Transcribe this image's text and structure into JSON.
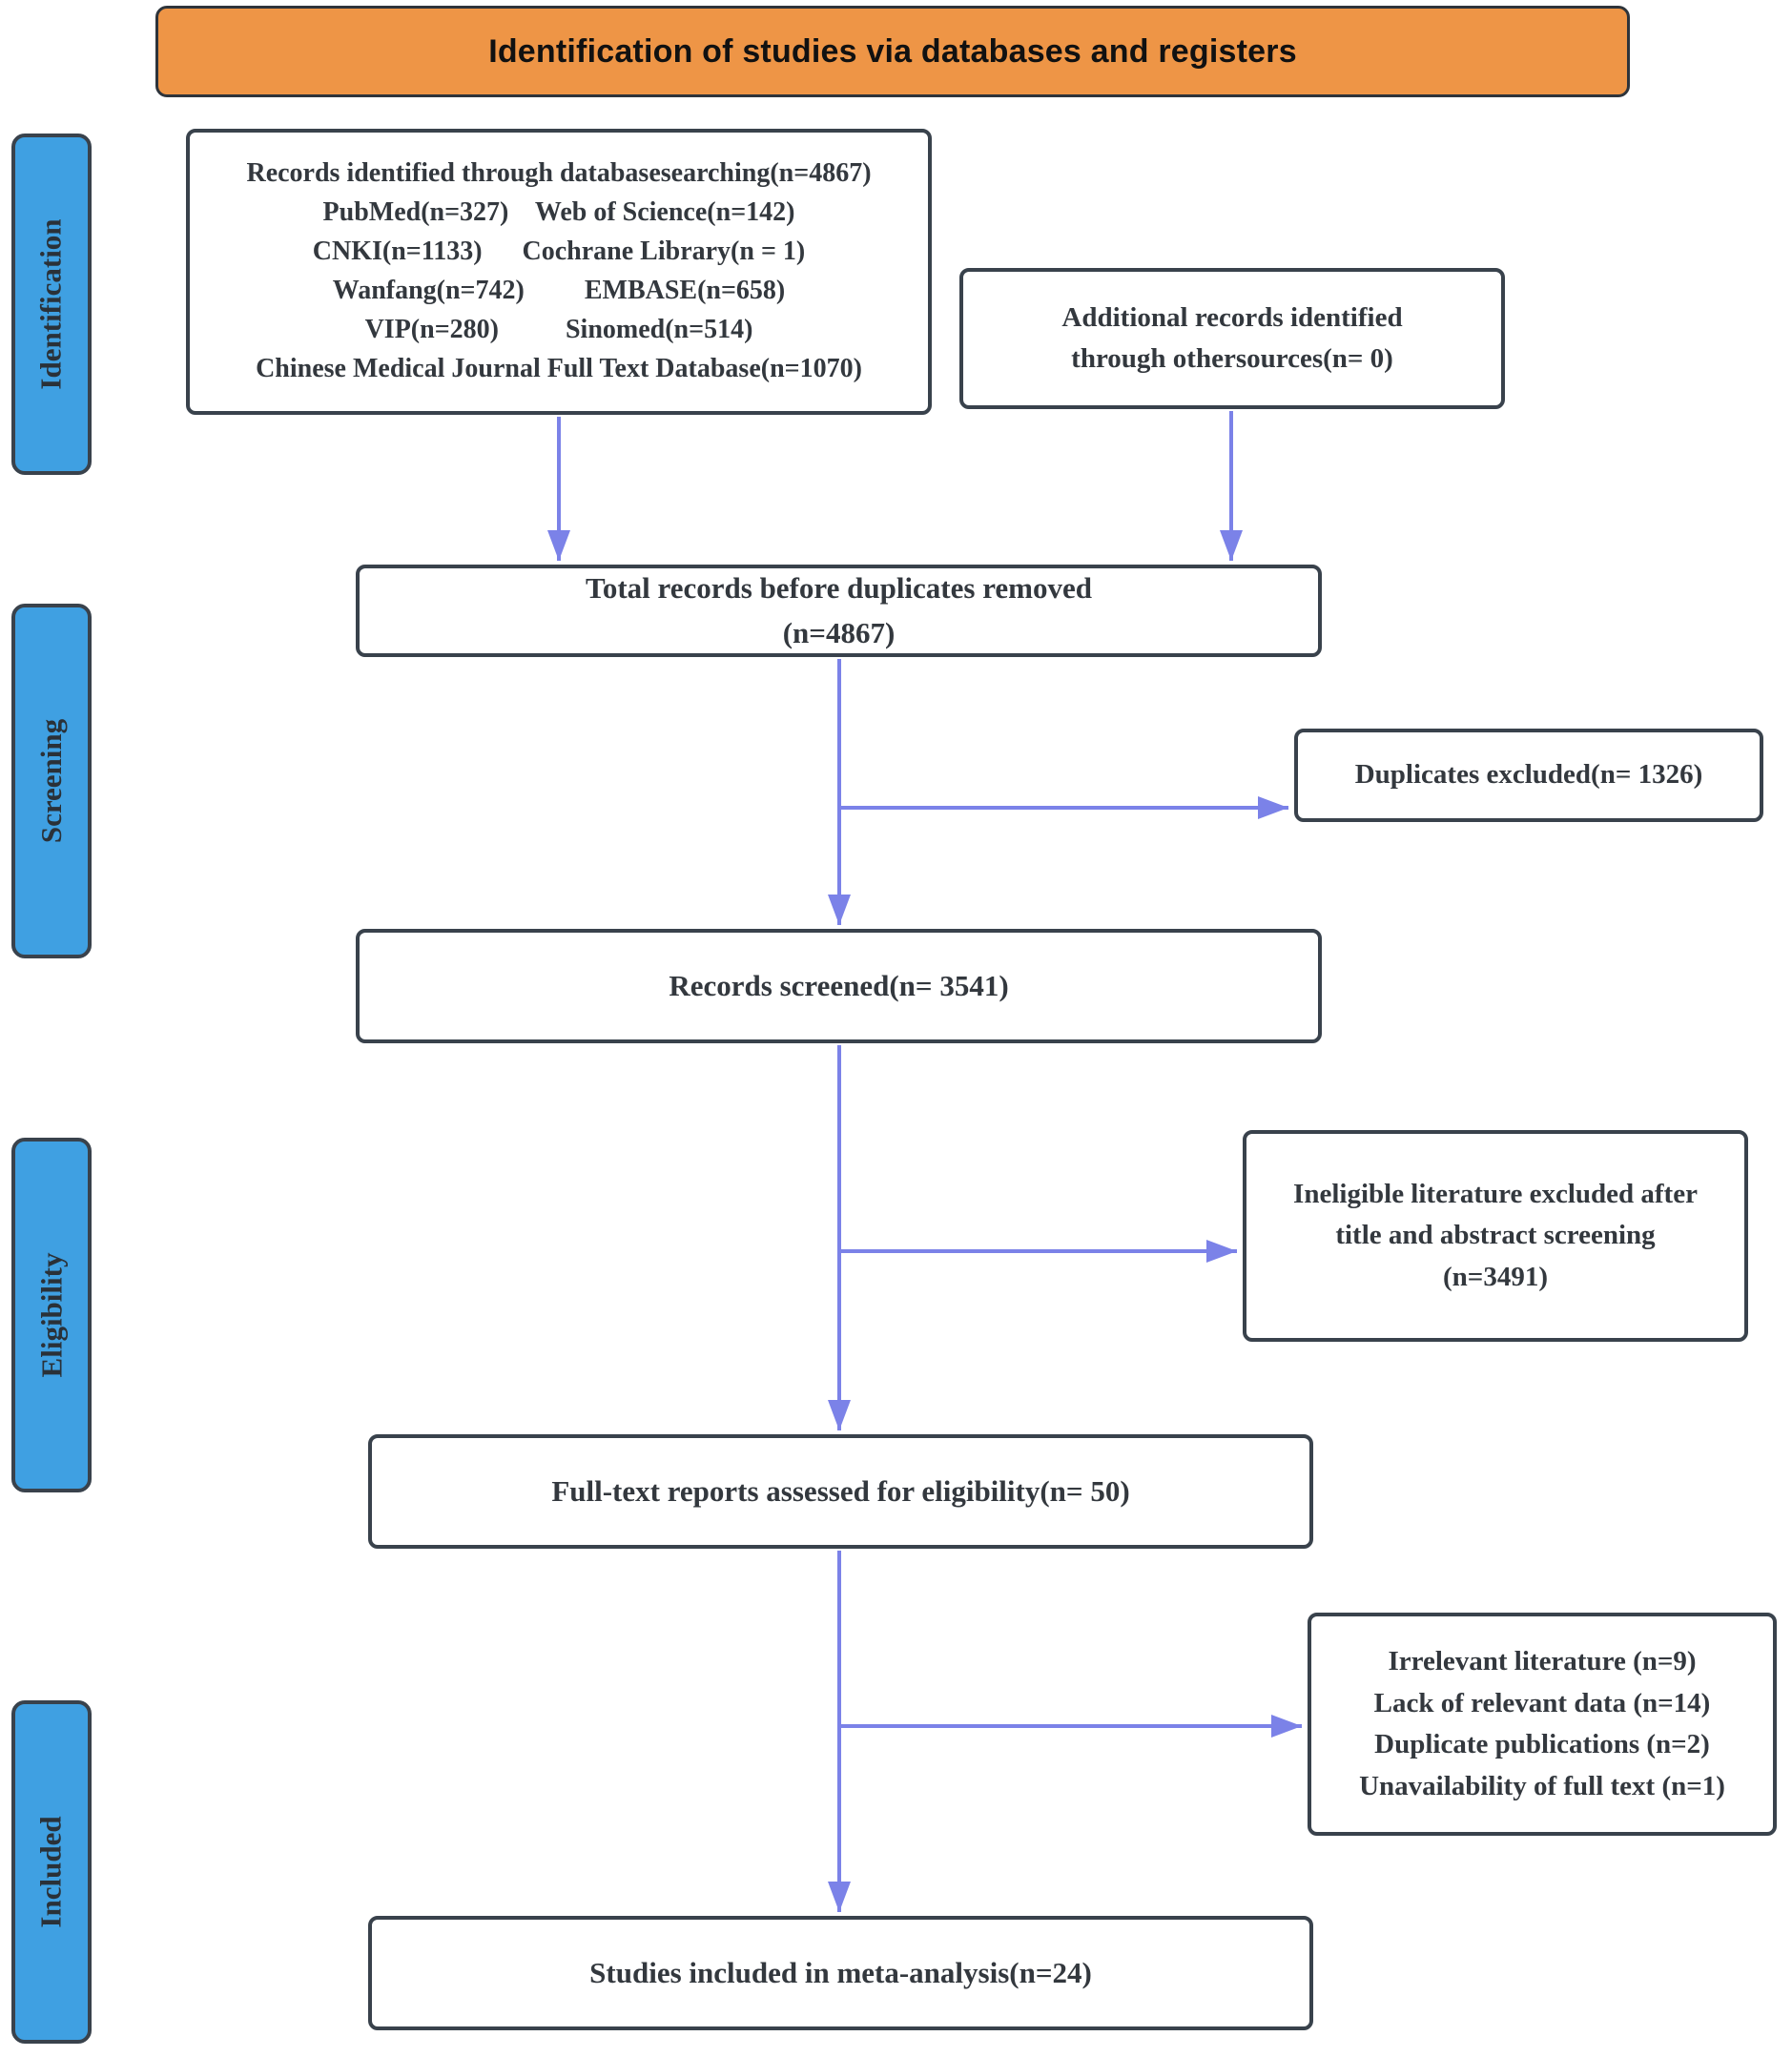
{
  "header": {
    "title": "Identification of studies via databases and registers"
  },
  "sidebar": {
    "labels": [
      "Identification",
      "Screening",
      "Eligibility",
      "Included"
    ]
  },
  "boxes": {
    "identified": {
      "lines": [
        "Records identified through databasesearching(n=4867)",
        "PubMed(n=327)    Web of Science(n=142)",
        "CNKI(n=1133)      Cochrane Library(n = 1)",
        "Wanfang(n=742)         EMBASE(n=658)",
        "VIP(n=280)          Sinomed(n=514)",
        "Chinese Medical Journal Full Text Database(n=1070)"
      ]
    },
    "additional": {
      "lines": [
        "Additional records identified",
        "through othersources(n= 0)"
      ]
    },
    "total": {
      "lines": [
        "Total records before duplicates removed",
        "(n=4867)"
      ]
    },
    "duplicates": {
      "label": "Duplicates excluded(n= 1326)"
    },
    "screened": {
      "label": "Records screened(n= 3541)"
    },
    "ineligible": {
      "lines": [
        "Ineligible literature excluded after",
        "title and abstract screening",
        "(n=3491)"
      ]
    },
    "fulltext": {
      "label": "Full-text reports assessed for eligibility(n= 50)"
    },
    "reasons": {
      "lines": [
        "Irrelevant literature (n=9)",
        "Lack of relevant data (n=14)",
        "Duplicate publications (n=2)",
        "Unavailability of full text (n=1)"
      ]
    },
    "included": {
      "label": "Studies included in meta-analysis(n=24)"
    }
  },
  "colors": {
    "header_bg": "#EE9546",
    "sidebar_bg": "#3FA0E2",
    "arrow": "#7B82E8",
    "border": "#39424C"
  }
}
